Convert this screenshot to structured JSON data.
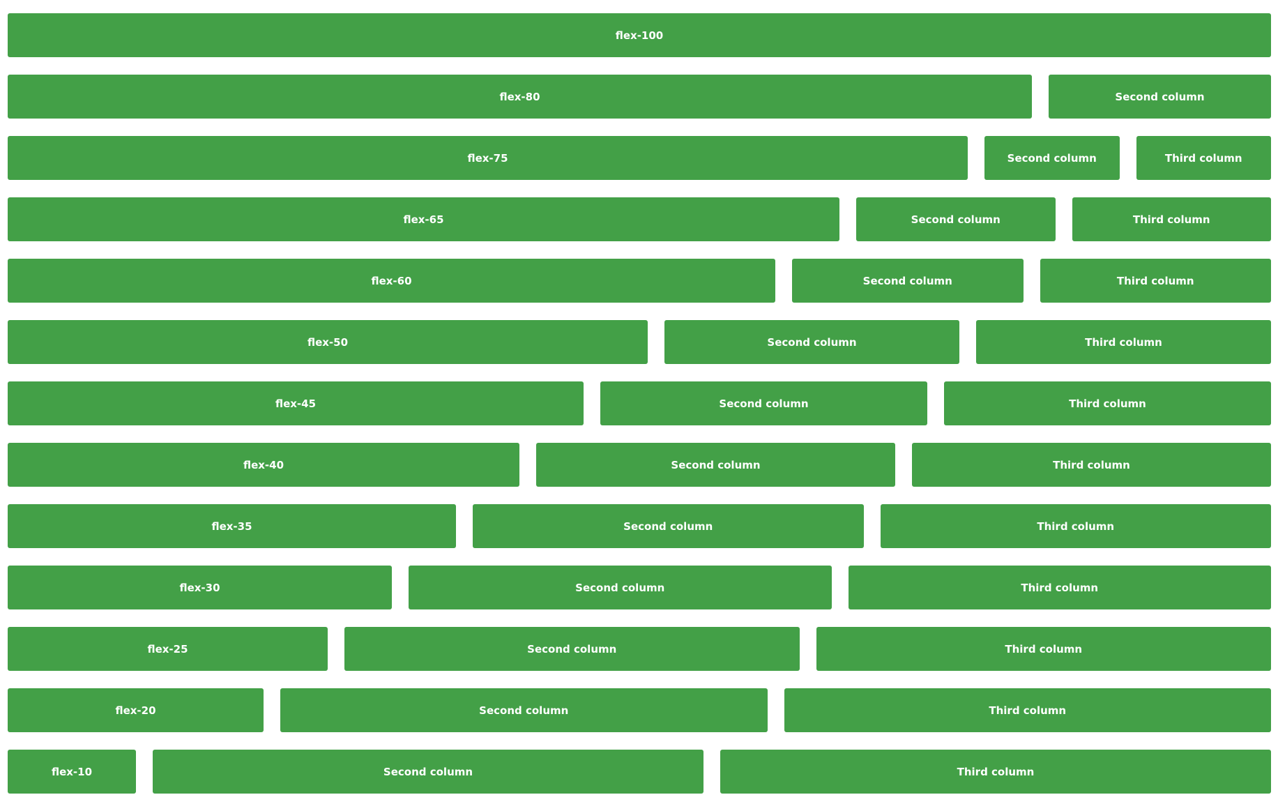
{
  "rows": [
    {
      "first": "flex-100"
    },
    {
      "first": "flex-80",
      "second": "Second column"
    },
    {
      "first": "flex-75",
      "second": "Second column",
      "third": "Third column"
    },
    {
      "first": "flex-65",
      "second": "Second column",
      "third": "Third column"
    },
    {
      "first": "flex-60",
      "second": "Second column",
      "third": "Third column"
    },
    {
      "first": "flex-50",
      "second": "Second column",
      "third": "Third column"
    },
    {
      "first": "flex-45",
      "second": "Second column",
      "third": "Third column"
    },
    {
      "first": "flex-40",
      "second": "Second column",
      "third": "Third column"
    },
    {
      "first": "flex-35",
      "second": "Second column",
      "third": "Third column"
    },
    {
      "first": "flex-30",
      "second": "Second column",
      "third": "Third column"
    },
    {
      "first": "flex-25",
      "second": "Second column",
      "third": "Third column"
    },
    {
      "first": "flex-20",
      "second": "Second column",
      "third": "Third column"
    },
    {
      "first": "flex-10",
      "second": "Second column",
      "third": "Third column"
    }
  ],
  "colors": {
    "cell_background": "#43a047",
    "cell_text": "#ffffff",
    "page_background": "#ffffff"
  }
}
